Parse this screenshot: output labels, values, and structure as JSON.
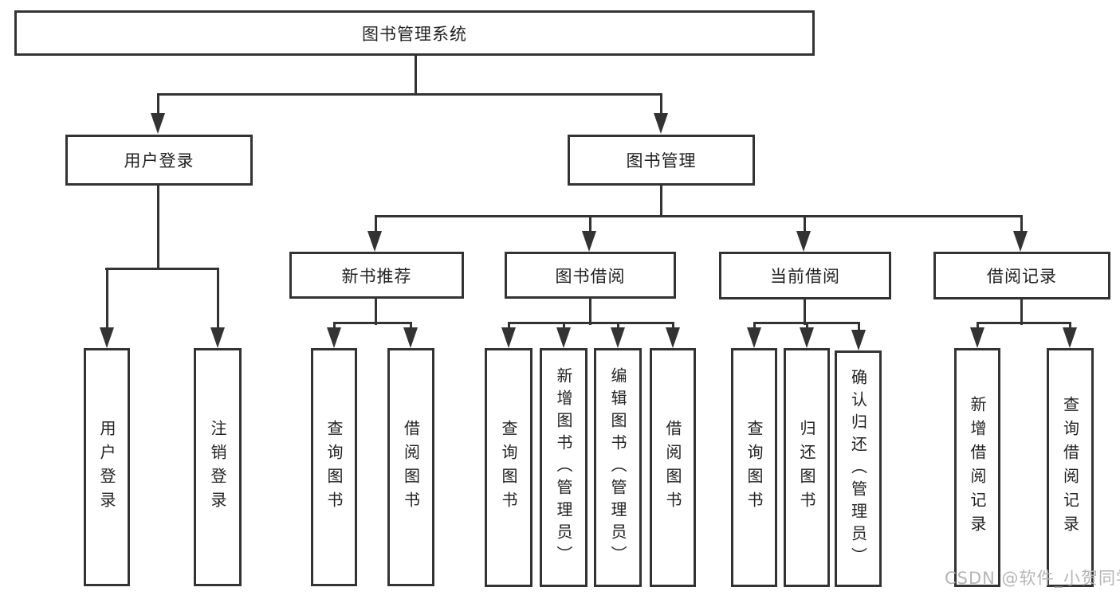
{
  "diagram": {
    "root": {
      "label": "图书管理系统"
    },
    "level2": [
      {
        "label": "用户登录"
      },
      {
        "label": "图书管理"
      }
    ],
    "level3": [
      {
        "label": "新书推荐"
      },
      {
        "label": "图书借阅"
      },
      {
        "label": "当前借阅"
      },
      {
        "label": "借阅记录"
      }
    ],
    "leaves": [
      {
        "label": "用户登录"
      },
      {
        "label": "注销登录"
      },
      {
        "label": "查询图书"
      },
      {
        "label": "借阅图书"
      },
      {
        "label": "查询图书"
      },
      {
        "label": "新增图书（管理员）"
      },
      {
        "label": "编辑图书（管理员）"
      },
      {
        "label": "借阅图书"
      },
      {
        "label": "查询图书"
      },
      {
        "label": "归还图书"
      },
      {
        "label": "确认归还（管理员）"
      },
      {
        "label": "新增借阅记录"
      },
      {
        "label": "查询借阅记录"
      }
    ],
    "watermark": "CSDN @软件_小贺同学",
    "colors": {
      "line": "#333333",
      "border": "#333333",
      "text": "#222222",
      "watermark": "#b5b5b5",
      "background": "#ffffff"
    }
  }
}
